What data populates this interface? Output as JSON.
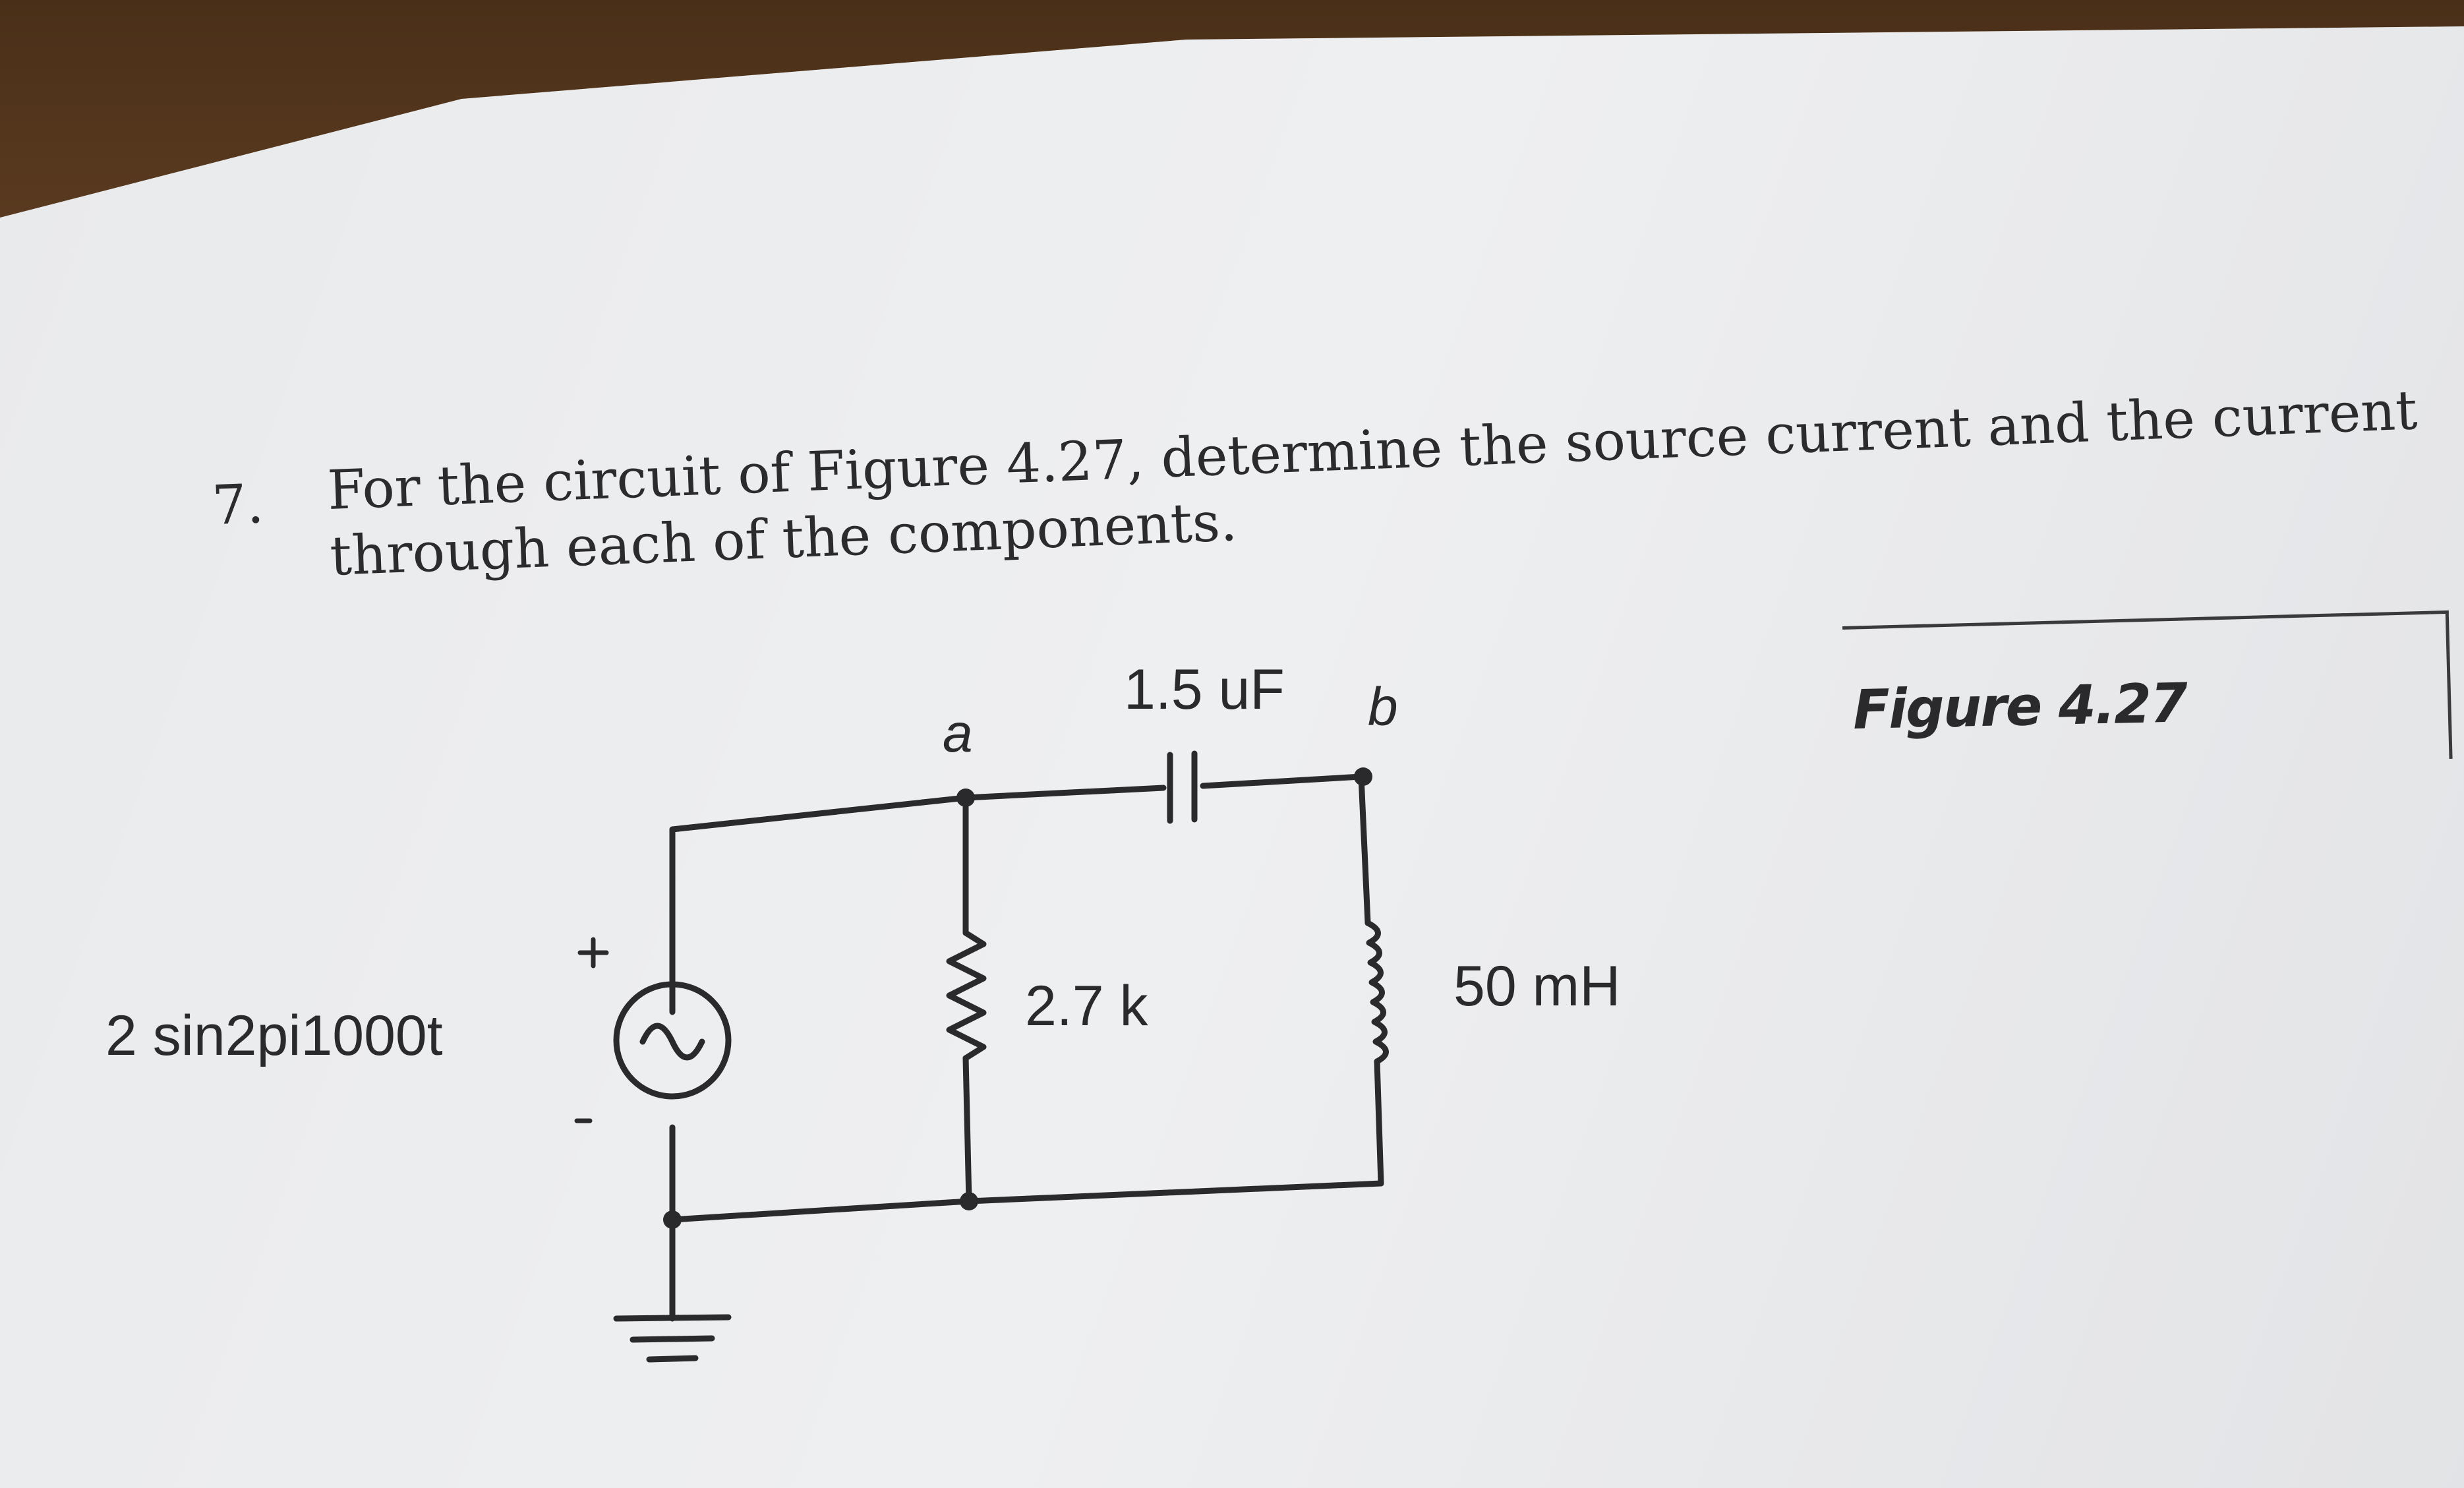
{
  "question": {
    "number": "7.",
    "line1": "For the circuit of Figure 4.27, determine the source current and the current",
    "line2": "through each of the components."
  },
  "figure": {
    "caption": "Figure 4.27",
    "source_label": "2 sin2pi1000t",
    "plus": "+",
    "minus": "-",
    "capacitor_label": "1.5 uF",
    "node_a": "a",
    "node_b": "b",
    "resistor_label": "2.7 k",
    "inductor_label": "50 mH"
  },
  "colors": {
    "ink": "#2a2a2d",
    "paper": "#e9eaec",
    "wood": "#7a5230"
  }
}
